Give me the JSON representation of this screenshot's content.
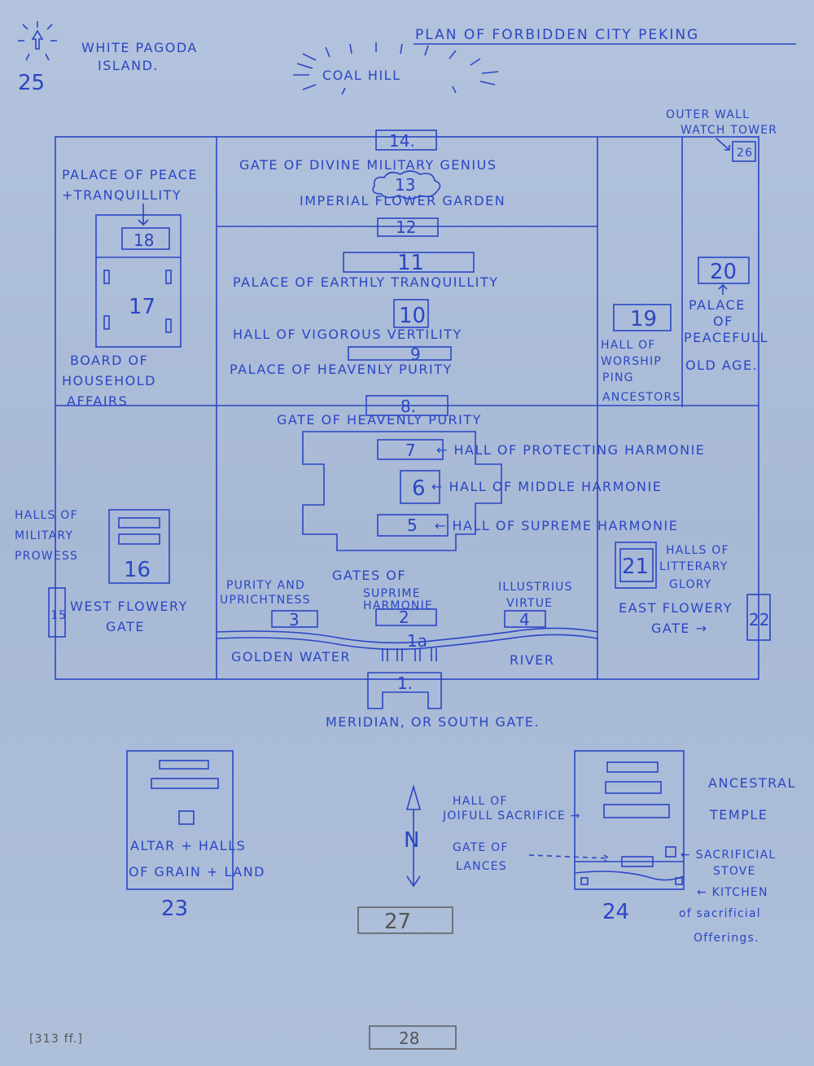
{
  "title": "PLAN OF FORBIDDEN CITY  PEKING",
  "top": {
    "white_pagoda": [
      "WHITE PAGODA",
      "ISLAND."
    ],
    "white_pagoda_num": "25",
    "coal_hill": "COAL HILL",
    "outer_wall": [
      "OUTER WALL",
      "WATCH TOWER"
    ],
    "num_26": "26"
  },
  "north": {
    "num_14": "14.",
    "divine_gate": "GATE OF DIVINE MILITARY GENIUS",
    "num_13": "13",
    "flower_garden": "IMPERIAL FLOWER GARDEN",
    "num_12": "12"
  },
  "west": {
    "peace_tranq": [
      "PALACE OF PEACE",
      "+TRANQUILLITY"
    ],
    "num_18": "18",
    "num_17": "17",
    "board": [
      "BOARD OF",
      "HOUSEHOLD",
      "AFFAIRS"
    ],
    "military": [
      "HALLS OF",
      "MILITARY",
      "PROWESS"
    ],
    "num_16": "16",
    "num_15": "15",
    "west_gate": [
      "WEST FLOWERY",
      "GATE"
    ]
  },
  "inner": {
    "num_11": "11",
    "earthly": "PALACE OF EARTHLY TRANQUILLITY",
    "num_10": "10",
    "vigorous": "HALL OF VIGOROUS VERTILITY",
    "num_9": "9",
    "heavenly": "PALACE OF HEAVENLY PURITY",
    "num_8": "8.",
    "heavenly_gate": "GATE OF HEAVENLY PURITY"
  },
  "east": {
    "num_19": "19",
    "worship": [
      "HALL OF",
      "WORSHIP",
      "PING",
      "ANCESTORS"
    ],
    "num_20": "20",
    "peaceful": [
      "PALACE",
      "OF",
      "PEACEFULL",
      "OLD AGE."
    ],
    "num_21": "21",
    "literary": [
      "HALLS OF",
      "LITTERARY",
      "GLORY"
    ],
    "east_gate": [
      "EAST FLOWERY",
      "GATE →"
    ],
    "num_22": "22"
  },
  "outer": {
    "num_7": "7",
    "protecting": "← HALL OF PROTECTING HARMONIE",
    "num_6": "6",
    "middle": "← HALL OF MIDDLE HARMONIE",
    "num_5": "5",
    "supreme": "← HALL OF SUPREME HARMONIE",
    "gates_of": "GATES OF",
    "purity": [
      "PURITY AND",
      "UPRICHTNESS"
    ],
    "suprime": [
      "SUPRIME",
      "HARMONIE"
    ],
    "illustrius": [
      "ILLUSTRIUS",
      "VIRTUE"
    ],
    "num_3": "3",
    "num_2": "2",
    "num_4": "4",
    "num_1a": "1a",
    "golden": "GOLDEN WATER",
    "river": "RIVER",
    "num_1": "1.",
    "meridian": "MERIDIAN, OR SOUTH GATE."
  },
  "bottom": {
    "altar": [
      "ALTAR + HALLS",
      "OF GRAIN + LAND"
    ],
    "num_23": "23",
    "compass": "N",
    "hall_joyful": [
      "HALL OF",
      "JOIFULL SACRIFICE →"
    ],
    "gate_lances": [
      "GATE OF",
      "LANCES"
    ],
    "ancestral": [
      "ANCESTRAL",
      "TEMPLE"
    ],
    "sacrificial": [
      "← SACRIFICIAL",
      "STOVE"
    ],
    "kitchen": [
      "← KITCHEN",
      "of sacrificial",
      "Offerings."
    ],
    "num_24": "24",
    "page_27": "27",
    "page_28": "28",
    "archive": "[313 ff.]"
  },
  "colors": {
    "ink": "#2b46c4",
    "paper": "#aebfda"
  }
}
